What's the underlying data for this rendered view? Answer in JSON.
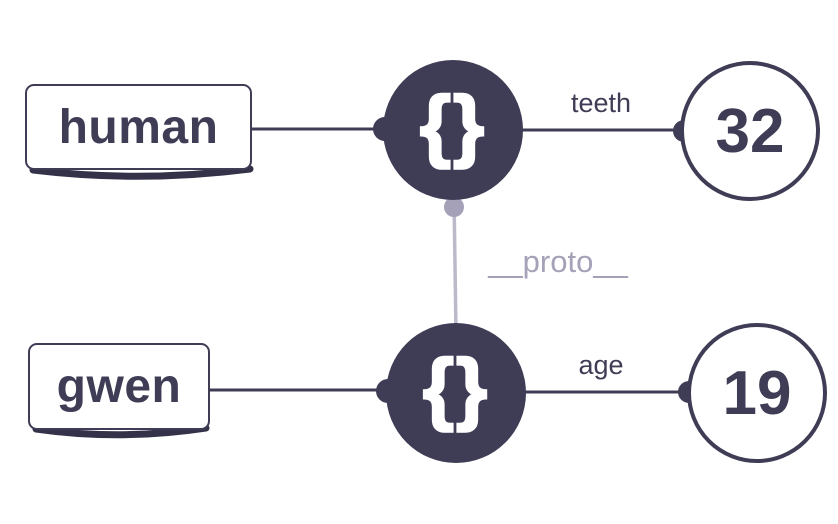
{
  "palette": {
    "dark": "#3f3d56",
    "shadow": "#343248",
    "light_line": "#bbb9ca",
    "light_text": "#a4a1b8",
    "background": "#ffffff"
  },
  "diagram": {
    "proto_label": "__proto__",
    "rows": [
      {
        "variable": "human",
        "object_glyph": "{}",
        "property": "teeth",
        "value": "32"
      },
      {
        "variable": "gwen",
        "object_glyph": "{}",
        "property": "age",
        "value": "19"
      }
    ]
  }
}
